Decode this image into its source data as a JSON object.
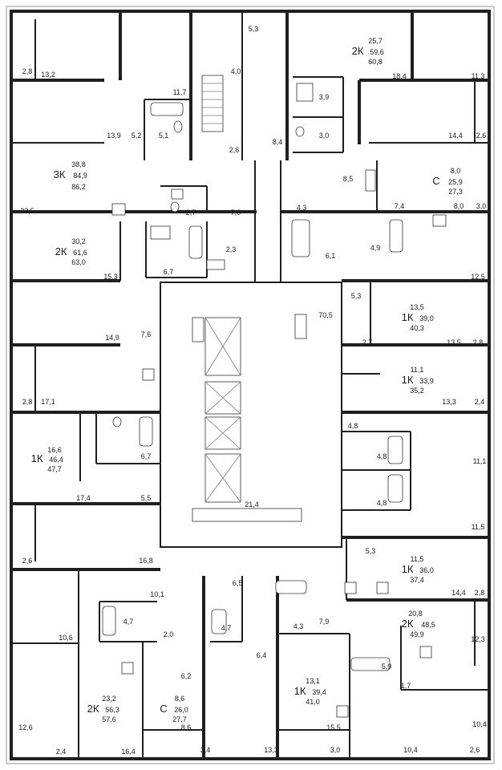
{
  "plan": {
    "apartments": [
      {
        "key": "a_3k",
        "type": "3К",
        "living": "38,8",
        "total": "84,9",
        "total_full": "86,2"
      },
      {
        "key": "a_2k_top",
        "type": "2К",
        "living": "25,7",
        "total": "59,6",
        "total_full": "60,8"
      },
      {
        "key": "a_c_top",
        "type": "С",
        "living": "8,0",
        "total": "25,9",
        "total_full": "27,3"
      },
      {
        "key": "a_2k_left",
        "type": "2К",
        "living": "30,2",
        "total": "61,6",
        "total_full": "63,0"
      },
      {
        "key": "a_1k_r1",
        "type": "1К",
        "living": "13,5",
        "total": "39,0",
        "total_full": "40,3"
      },
      {
        "key": "a_1k_r2",
        "type": "1К",
        "living": "11,1",
        "total": "33,9",
        "total_full": "35,2"
      },
      {
        "key": "a_1k_left",
        "type": "1К",
        "living": "16,6",
        "total": "46,4",
        "total_full": "47,7"
      },
      {
        "key": "a_1k_r3",
        "type": "1К",
        "living": "11,5",
        "total": "36,0",
        "total_full": "37,4"
      },
      {
        "key": "a_2k_br",
        "type": "2К",
        "living": "20,8",
        "total": "48,5",
        "total_full": "49,9"
      },
      {
        "key": "a_2k_bl",
        "type": "2К",
        "living": "23,2",
        "total": "56,3",
        "total_full": "57,6"
      },
      {
        "key": "a_c_bot",
        "type": "С",
        "living": "8,6",
        "total": "26,0",
        "total_full": "27,7"
      },
      {
        "key": "a_1k_bot",
        "type": "1К",
        "living": "13,1",
        "total": "39,4",
        "total_full": "41,0"
      }
    ],
    "rooms": [
      {
        "t": "5,3"
      },
      {
        "t": "2,8"
      },
      {
        "t": "13,2"
      },
      {
        "t": "4,0"
      },
      {
        "t": "18,4"
      },
      {
        "t": "11,3"
      },
      {
        "t": "11,7"
      },
      {
        "t": "3,9"
      },
      {
        "t": "13,9"
      },
      {
        "t": "5,2"
      },
      {
        "t": "5,1"
      },
      {
        "t": "2,6"
      },
      {
        "t": "3,0"
      },
      {
        "t": "14,4"
      },
      {
        "t": "2,6"
      },
      {
        "t": "8,4"
      },
      {
        "t": "8,5"
      },
      {
        "t": "23,5"
      },
      {
        "t": "2,7"
      },
      {
        "t": "7,0"
      },
      {
        "t": "4,3"
      },
      {
        "t": "7,4"
      },
      {
        "t": "8,0"
      },
      {
        "t": "3,0"
      },
      {
        "t": "2,3"
      },
      {
        "t": "6,1"
      },
      {
        "t": "4,9"
      },
      {
        "t": "15,3"
      },
      {
        "t": "6,7"
      },
      {
        "t": "12,5"
      },
      {
        "t": "5,3"
      },
      {
        "t": "70,5"
      },
      {
        "t": "14,9"
      },
      {
        "t": "7,6"
      },
      {
        "t": "2,7"
      },
      {
        "t": "13,5"
      },
      {
        "t": "2,8"
      },
      {
        "t": "2,8"
      },
      {
        "t": "17,1"
      },
      {
        "t": "13,3"
      },
      {
        "t": "2,4"
      },
      {
        "t": "4,8"
      },
      {
        "t": "6,7"
      },
      {
        "t": "4,8"
      },
      {
        "t": "11,1"
      },
      {
        "t": "17,4"
      },
      {
        "t": "5,5"
      },
      {
        "t": "4,8"
      },
      {
        "t": "21,4"
      },
      {
        "t": "11,5"
      },
      {
        "t": "2,6"
      },
      {
        "t": "16,8"
      },
      {
        "t": "5,3"
      },
      {
        "t": "6,5"
      },
      {
        "t": "10,1"
      },
      {
        "t": "14,4"
      },
      {
        "t": "2,8"
      },
      {
        "t": "4,7"
      },
      {
        "t": "4,7"
      },
      {
        "t": "4,3"
      },
      {
        "t": "2,0"
      },
      {
        "t": "7,9"
      },
      {
        "t": "10,6"
      },
      {
        "t": "12,3"
      },
      {
        "t": "6,4"
      },
      {
        "t": "5,9"
      },
      {
        "t": "6,2"
      },
      {
        "t": "1,7"
      },
      {
        "t": "12,6"
      },
      {
        "t": "8,6"
      },
      {
        "t": "15,5"
      },
      {
        "t": "10,4"
      },
      {
        "t": "2,4"
      },
      {
        "t": "16,4"
      },
      {
        "t": "3,4"
      },
      {
        "t": "13,3"
      },
      {
        "t": "3,0"
      },
      {
        "t": "10,4"
      },
      {
        "t": "2,6"
      }
    ]
  }
}
